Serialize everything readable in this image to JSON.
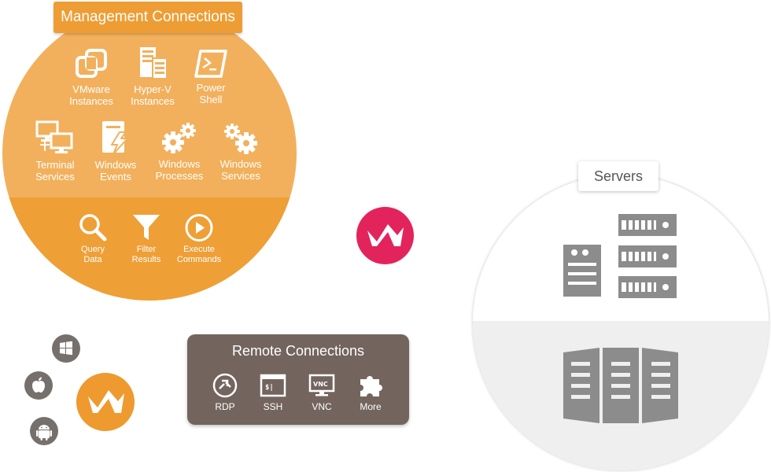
{
  "management": {
    "title": "Management Connections",
    "items": [
      {
        "label": "VMware\nInstances",
        "icon": "vmware-icon"
      },
      {
        "label": "Hyper-V\nInstances",
        "icon": "hyperv-icon"
      },
      {
        "label": "Power\nShell",
        "icon": "powershell-icon"
      },
      {
        "label": "Terminal\nServices",
        "icon": "terminal-services-icon"
      },
      {
        "label": "Windows\nEvents",
        "icon": "windows-events-icon"
      },
      {
        "label": "Windows\nProcesses",
        "icon": "gears-icon"
      },
      {
        "label": "Windows\nServices",
        "icon": "gears-icon"
      }
    ],
    "actions": [
      {
        "label": "Query\nData",
        "icon": "search-icon"
      },
      {
        "label": "Filter\nResults",
        "icon": "filter-icon"
      },
      {
        "label": "Execute\nCommands",
        "icon": "play-icon"
      }
    ]
  },
  "servers": {
    "title": "Servers"
  },
  "remote": {
    "title": "Remote Connections",
    "items": [
      {
        "label": "RDP",
        "icon": "rdp-icon"
      },
      {
        "label": "SSH",
        "icon": "ssh-icon",
        "glyph": "$|"
      },
      {
        "label": "VNC",
        "icon": "vnc-icon",
        "glyph": "VNC"
      },
      {
        "label": "More",
        "icon": "puzzle-icon"
      }
    ]
  },
  "clients": {
    "platforms": [
      "windows-icon",
      "apple-icon",
      "android-icon"
    ]
  },
  "colors": {
    "mgmt_light": "#f2b05c",
    "mgmt_dark": "#ee9f36",
    "center_logo": "#e3245c",
    "client_logo": "#ee9a2f",
    "remote_bg": "#73645e",
    "platform_bg": "#76706d",
    "server_gray": "#8c8c8c"
  }
}
